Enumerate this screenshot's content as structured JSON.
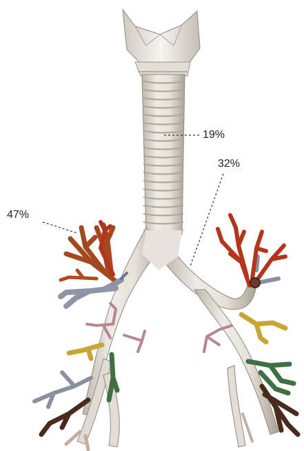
{
  "labels": {
    "trachea": "19%",
    "left_bronchus": "32%",
    "right_bronchus": "47%"
  },
  "colors": {
    "cartilage": "#e9e6df",
    "ring_shade": "#b9b2a6",
    "red_branch": "#b5351c",
    "rust_branch": "#a4481f",
    "gray_branch": "#8e95a4",
    "yellow_branch": "#c8a633",
    "green_branch": "#3f6f42",
    "brown_branch": "#4a2a1c",
    "pink_branch": "#b8858e",
    "leader_line": "#333333"
  }
}
